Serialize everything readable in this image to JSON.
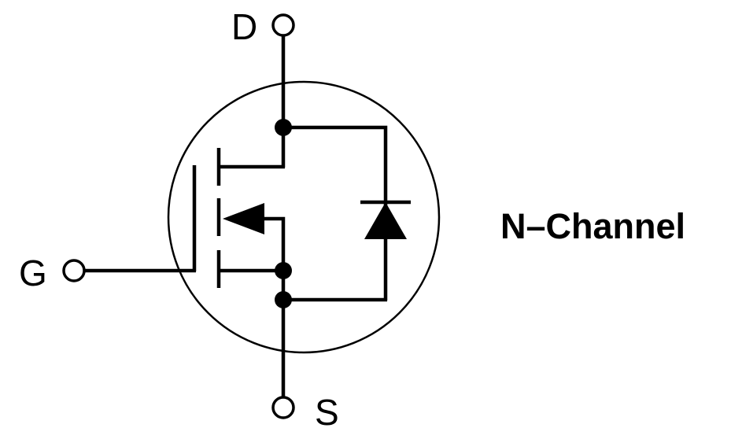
{
  "labels": {
    "drain": "D",
    "gate": "G",
    "source": "S",
    "channel_type": "N–Channel"
  }
}
